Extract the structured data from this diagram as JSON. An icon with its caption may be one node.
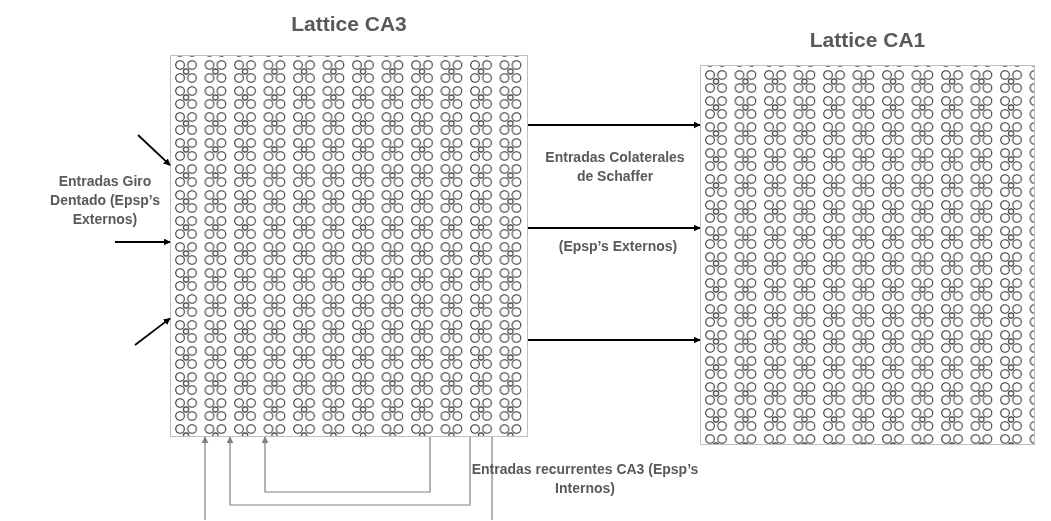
{
  "diagram": {
    "nodes": [
      {
        "text": [
          "Lattice CA3"
        ]
      },
      {
        "text": [
          "Lattice CA1"
        ]
      }
    ],
    "edges": [
      {
        "from": null,
        "to": 0,
        "arrow": "to"
      },
      {
        "from": null,
        "to": 0,
        "arrow": "to"
      },
      {
        "from": null,
        "to": 0,
        "arrow": "to"
      },
      {
        "from": 0,
        "to": 1,
        "arrow": "to"
      },
      {
        "from": 0,
        "to": 1,
        "arrow": "to"
      },
      {
        "from": 0,
        "to": 1,
        "arrow": "to"
      },
      {
        "from": null,
        "to": 0,
        "arrow": "to",
        "color": "#808080"
      },
      {
        "from": 0,
        "to": 0,
        "arrow": "to",
        "color": "#808080"
      },
      {
        "from": 0,
        "to": 0,
        "arrow": "to",
        "color": "#808080"
      },
      {
        "from": 0,
        "to": null,
        "arrow": "none",
        "color": "#808080"
      }
    ],
    "labels": [
      "Entradas Giro Dentado (Epsp’s Externos)",
      "Entradas Colaterales de Schaffer",
      "(Epsp’s Externos)",
      "Entradas recurrentes CA3 (Epsp’s Internos)"
    ]
  }
}
